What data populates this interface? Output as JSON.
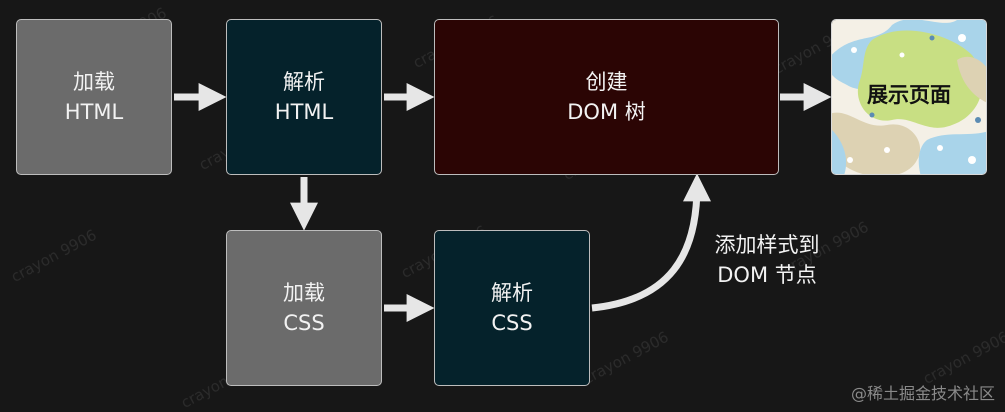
{
  "nodes": {
    "load_html": {
      "line1": "加载",
      "line2": "HTML",
      "fill": "#6b6b6b"
    },
    "parse_html": {
      "line1": "解析",
      "line2": "HTML",
      "fill": "#05222b"
    },
    "create_dom": {
      "line1": "创建",
      "line2": "DOM 树",
      "fill": "#2b0504"
    },
    "load_css": {
      "line1": "加载",
      "line2": "CSS",
      "fill": "#6b6b6b"
    },
    "parse_css": {
      "line1": "解析",
      "line2": "CSS",
      "fill": "#05222b"
    },
    "page": {
      "label": "展示页面"
    }
  },
  "edges": {
    "style_to_dom": {
      "line1": "添加样式到",
      "line2": "DOM 节点"
    }
  },
  "watermark": {
    "text": "crayon 9906"
  },
  "credit": {
    "text": "@稀土掘金技术社区"
  },
  "colors": {
    "background": "#171717",
    "arrow": "#e6e6e6",
    "box_border": "#bdbdbd"
  }
}
